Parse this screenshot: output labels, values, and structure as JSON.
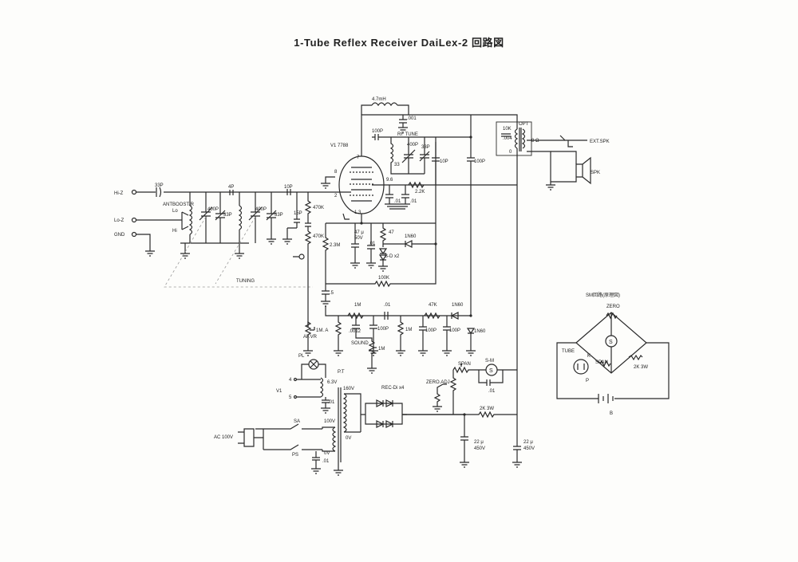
{
  "title": "1-Tube Reflex Receiver DaiLex-2 回路図",
  "inputs": {
    "hiz": "Hi-Z",
    "loz": "Lo-Z",
    "gnd": "GND"
  },
  "front_end": {
    "c_in": "33P",
    "c_couple": "4P",
    "c_grid": "10P",
    "c_15p": "15P",
    "antboost": "ANTBOOST/R",
    "lo": "Lo",
    "hi": "Hi",
    "vc1": "400P",
    "tc1": "33P",
    "vc2": "400P",
    "tc2": "33P",
    "tuning": "TUNING"
  },
  "tube": {
    "name": "V1 7788",
    "pin7": "7",
    "pin8": "8",
    "pin2": "2",
    "pin96": "9.6",
    "pin13": "1.3",
    "r470k_a": "470K",
    "r470k_b": "470K",
    "r23m": "2.3M",
    "c47u": "47 μ",
    "c47u_v": "50V",
    "c01_cath": ".01",
    "r47": "47",
    "sd": "S-D x2",
    "d1n60": "1N60",
    "r100k": "100K",
    "c01_a": ".01",
    "c01_b": ".01",
    "r22k": "2.2K",
    "c5": ".5"
  },
  "rf_plate": {
    "l47": "4.7mH",
    "c001": ".001",
    "c100p": "100P",
    "rf_tune": "RF TUNE",
    "l33": "33",
    "vc400": "400P",
    "tc33": "33P",
    "c10p": "10P",
    "c100p_b": "100P"
  },
  "output": {
    "opt": "OPT",
    "r10k": "10K",
    "c004": ".004",
    "zero": "0",
    "eight": "8 Ω",
    "ext": "EXT.SPK",
    "spk": "SPK"
  },
  "audio": {
    "r1m_a": "1M",
    "c01": ".01",
    "r47k": "47K",
    "d1n60_a": "1N60",
    "vr": "1M. A",
    "afvr": "AF.VR",
    "c0012": ".0012",
    "c100p_a": "100P",
    "r1m_b": "1M",
    "c100p_b": "100P",
    "c100p_c": "100P",
    "d1n60_b": "1N60",
    "sound": "SOUND",
    "r1m_c": "1M"
  },
  "meter": {
    "span": "SPAN",
    "sm": "S-M",
    "s": "S",
    "zeroadj": "ZERO.ADJ",
    "c01": ".01",
    "r2k3w": "2K 3W"
  },
  "power": {
    "pl": "PL",
    "pt": "P.T",
    "v1": "V1",
    "p4": "4",
    "p5": "5",
    "v63": "6.3V",
    "c01_h": ".01",
    "v160": "160V",
    "reco": "REC-Di x4",
    "zero_v": "0V",
    "sa": "SA",
    "ps": "PS",
    "ac": "AC 100V",
    "v100": "100V",
    "v0": "0V",
    "c01_ac": ".01",
    "cap1": "22 μ",
    "cap1_v": "450V",
    "cap2": "22 μ",
    "cap2_v": "450V"
  },
  "sm_inset": {
    "title": "SM回路(原理図)",
    "zero": "ZERO",
    "s": "S",
    "tube": "TUBE",
    "k": "K",
    "p": "P",
    "span": "SPAN",
    "r2k3w": "2K 3W",
    "b": "B"
  }
}
